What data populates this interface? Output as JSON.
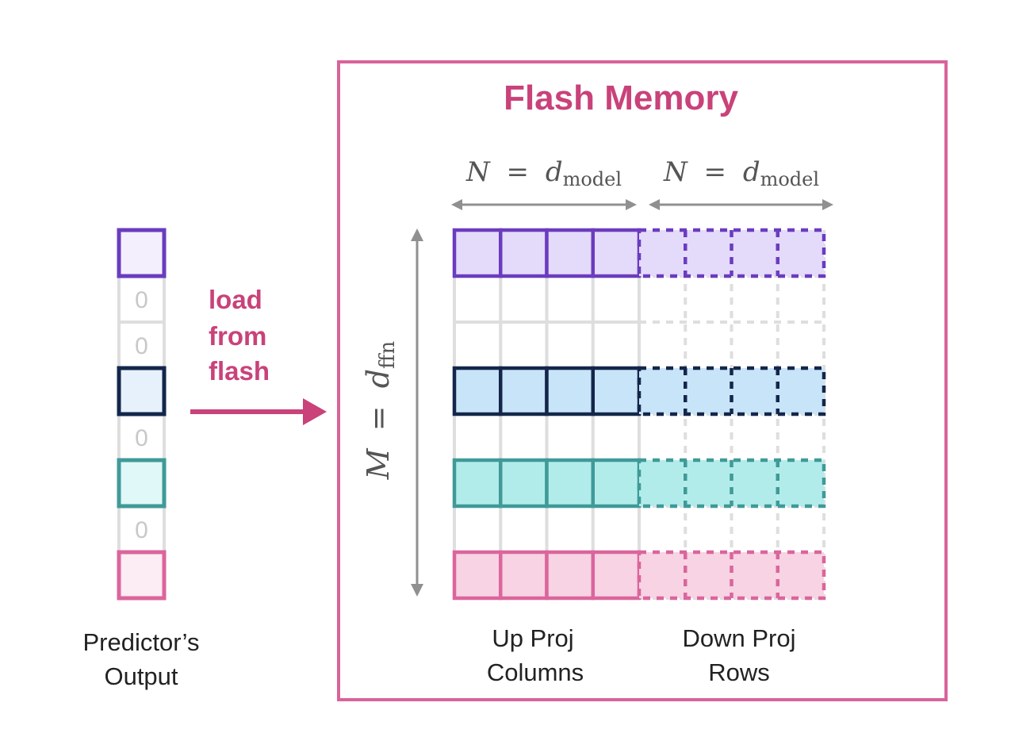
{
  "title": "Flash Memory",
  "arrow_label": [
    "load",
    "from",
    "flash"
  ],
  "predictor": {
    "caption": [
      "Predictor’s",
      "Output"
    ],
    "zero_text": "0",
    "cells": [
      "purple",
      "zero",
      "zero",
      "navy",
      "zero",
      "teal",
      "zero",
      "pink"
    ]
  },
  "axes": {
    "up_width": {
      "var": "N",
      "eq": "=",
      "sym": "d",
      "sub": "model"
    },
    "down_width": {
      "var": "N",
      "eq": "=",
      "sym": "d",
      "sub": "model"
    },
    "height": {
      "var": "M",
      "eq": "=",
      "sym": "d",
      "sub": "ffn"
    }
  },
  "matrix": {
    "columns_per_part": 4,
    "rows": [
      "purple",
      "empty",
      "empty",
      "navy",
      "empty",
      "teal",
      "empty",
      "pink"
    ]
  },
  "captions": {
    "up": [
      "Up Proj",
      "Columns"
    ],
    "down": [
      "Down Proj",
      "Rows"
    ]
  },
  "colors": {
    "accent": "#c9427a",
    "frame": "#d9639a",
    "arrow_gray": "#909090",
    "grid_gray": "#dedede",
    "purple": {
      "stroke": "#6a3cbf",
      "fill": "#e4dafa",
      "pred_fill": "#f3effd"
    },
    "navy": {
      "stroke": "#14264a",
      "fill": "#c8e4f8",
      "pred_fill": "#e6f1fc"
    },
    "teal": {
      "stroke": "#3f9a98",
      "fill": "#b2ecea",
      "pred_fill": "#e0f8f7"
    },
    "pink": {
      "stroke": "#db659c",
      "fill": "#f7d3e3",
      "pred_fill": "#fcecf3"
    }
  }
}
